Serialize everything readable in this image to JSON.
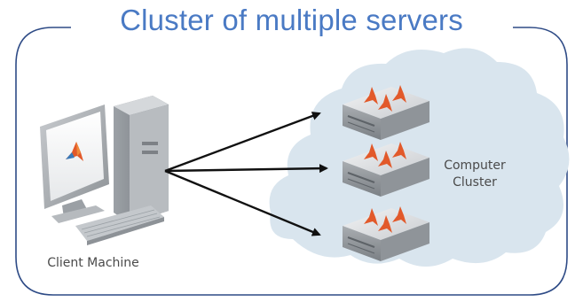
{
  "title": "Cluster of multiple servers",
  "client": {
    "label": "Client Machine"
  },
  "cluster": {
    "label_line1": "Computer",
    "label_line2": "Cluster"
  },
  "icons": {
    "client": "desktop-computer-icon",
    "server": "server-icon",
    "logo": "matlab-logo-icon",
    "cloud": "cloud-icon"
  },
  "colors": {
    "title": "#4a7ac4",
    "frame": "#2e4b86",
    "cloud": "#d9e5ee",
    "server": "#a8acb0",
    "arrow": "#111111",
    "logo": "#e2592a"
  },
  "server_count": 3
}
